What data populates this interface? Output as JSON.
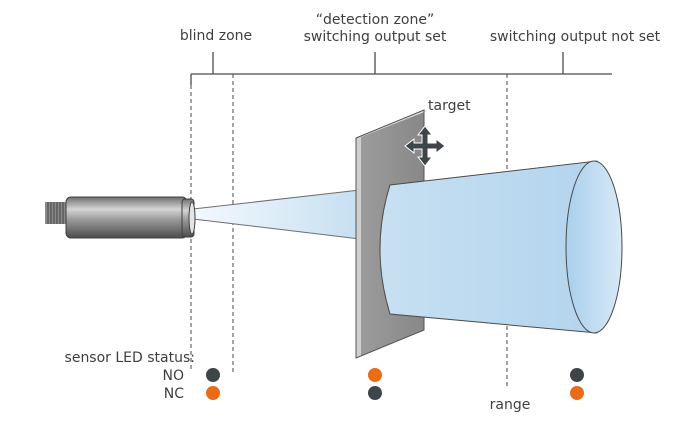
{
  "labels": {
    "blind_zone": "blind zone",
    "detection_zone_line1": "“detection zone”",
    "detection_zone_line2": "switching output set",
    "not_set": "switching output not set",
    "target": "target",
    "sensor_led_status": "sensor LED status:",
    "no": "NO",
    "nc": "NC",
    "range": "range"
  },
  "led_states": {
    "blind_zone": {
      "no": "off",
      "nc": "on"
    },
    "detection_zone": {
      "no": "on",
      "nc": "off"
    },
    "not_set": {
      "no": "off",
      "nc": "on"
    }
  },
  "colors": {
    "led_on": "#ec6b17",
    "led_off": "#3e4548",
    "line": "#4a4a4a",
    "text": "#3f3f3f",
    "beam": "#c9e2f3",
    "target": "#a9a9a9"
  },
  "icons": {
    "move": "four-way-arrow-icon",
    "sensor": "cylindrical-sensor-icon"
  }
}
